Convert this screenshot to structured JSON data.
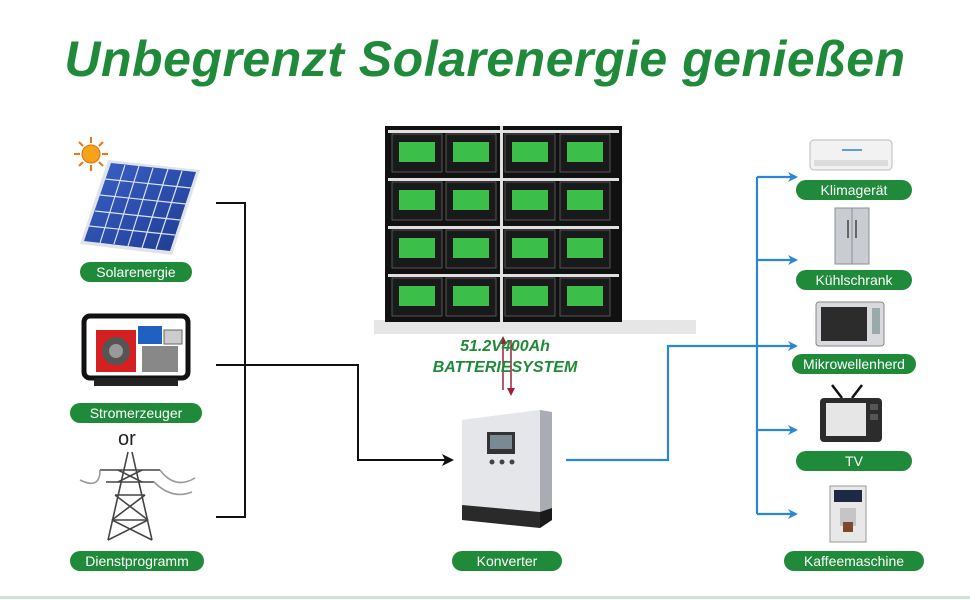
{
  "title": "Unbegrenzt Solarenergie genießen",
  "sources": {
    "solar": "Solarenergie",
    "generator": "Stromerzeuger",
    "or": "or",
    "utility": "Dienstprogramm"
  },
  "battery": {
    "line1": "51.2V400Ah",
    "line2": "BATTERIESYSTEM"
  },
  "converter": "Konverter",
  "appliances": [
    "Klimagerät",
    "Kühlschrank",
    "Mikrowellenherd",
    "TV",
    "Kaffeemaschine"
  ],
  "colors": {
    "green": "#1f8a3a",
    "arrow_blue": "#2a86d6",
    "line_dark": "#111111",
    "battery_arrow": "#a0203a"
  },
  "icons": [
    "sun-icon",
    "solar-panel-icon",
    "generator-icon",
    "power-tower-icon",
    "battery-rack-icon",
    "inverter-icon",
    "air-conditioner-icon",
    "fridge-icon",
    "microwave-icon",
    "tv-icon",
    "coffee-machine-icon"
  ]
}
